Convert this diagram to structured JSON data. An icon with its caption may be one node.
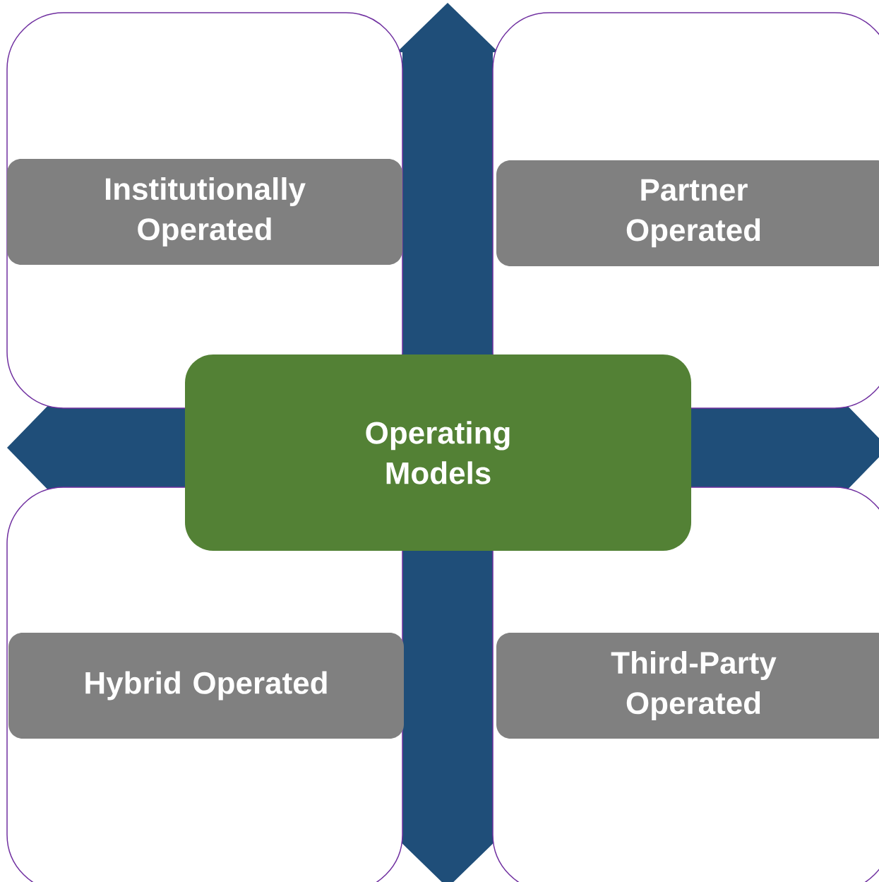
{
  "diagram": {
    "nodes": [
      {
        "text": [],
        "shape": "box"
      },
      {
        "text": [
          "Institutionally Operated"
        ],
        "in": 0
      },
      {
        "text": [],
        "shape": "box"
      },
      {
        "text": [
          "Partner Operated"
        ],
        "in": 2
      },
      {
        "text": [
          "Operating Models"
        ]
      },
      {
        "text": [],
        "shape": "box"
      },
      {
        "text": [
          "Hybrid Operated"
        ],
        "in": 5
      },
      {
        "text": [],
        "shape": "box"
      },
      {
        "text": [
          "Third-Party Operated"
        ],
        "in": 7
      }
    ]
  }
}
